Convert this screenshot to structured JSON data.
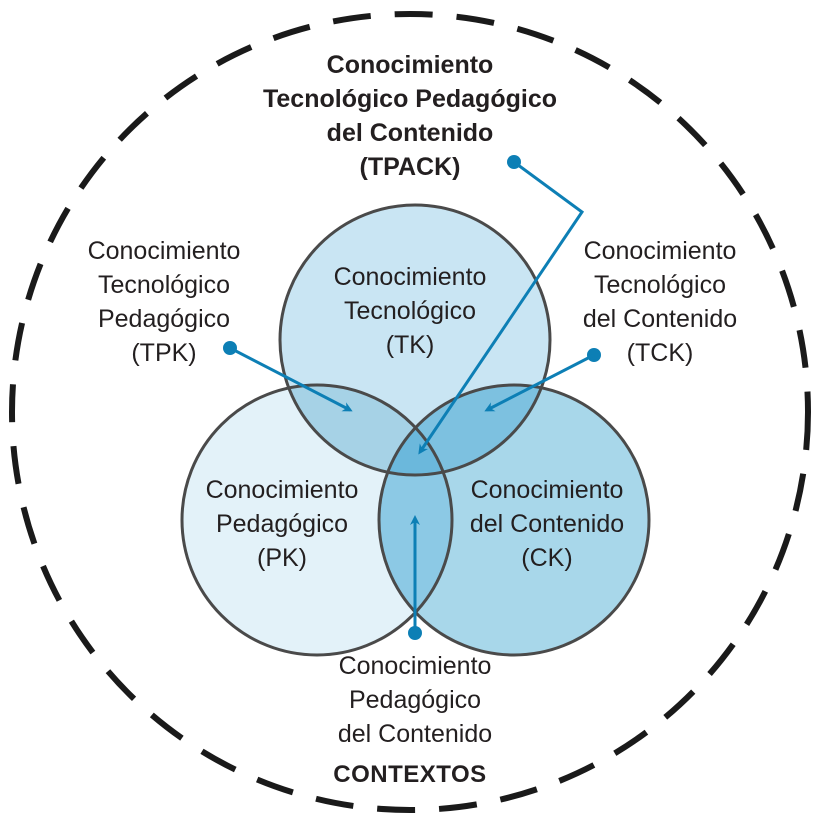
{
  "colors": {
    "tk_fill": "#c9e5f3",
    "pk_fill": "#e3f2f9",
    "ck_fill": "#a8d7ea",
    "tk_pk_overlap": "#a6d2e6",
    "tk_ck_overlap": "#7dc1e0",
    "pk_ck_overlap": "#8cc9e5",
    "center_overlap": "#6bb8dc",
    "circle_stroke": "#4a4a4a",
    "arrow": "#0d7fb5",
    "text": "#231f20",
    "dash_ring": "#1a1a1a"
  },
  "labels": {
    "tpack": [
      "Conocimiento",
      "Tecnológico Pedagógico",
      "del Contenido",
      "(TPACK)"
    ],
    "tk": [
      "Conocimiento",
      "Tecnológico",
      "(TK)"
    ],
    "pk": [
      "Conocimiento",
      "Pedagógico",
      "(PK)"
    ],
    "ck": [
      "Conocimiento",
      "del Contenido",
      "(CK)"
    ],
    "tpk": [
      "Conocimiento",
      "Tecnológico",
      "Pedagógico",
      "(TPK)"
    ],
    "tck": [
      "Conocimiento",
      "Tecnológico",
      "del Contenido",
      "(TCK)"
    ],
    "pck": [
      "Conocimiento",
      "Pedagógico",
      "del Contenido"
    ],
    "contextos": "CONTEXTOS"
  }
}
